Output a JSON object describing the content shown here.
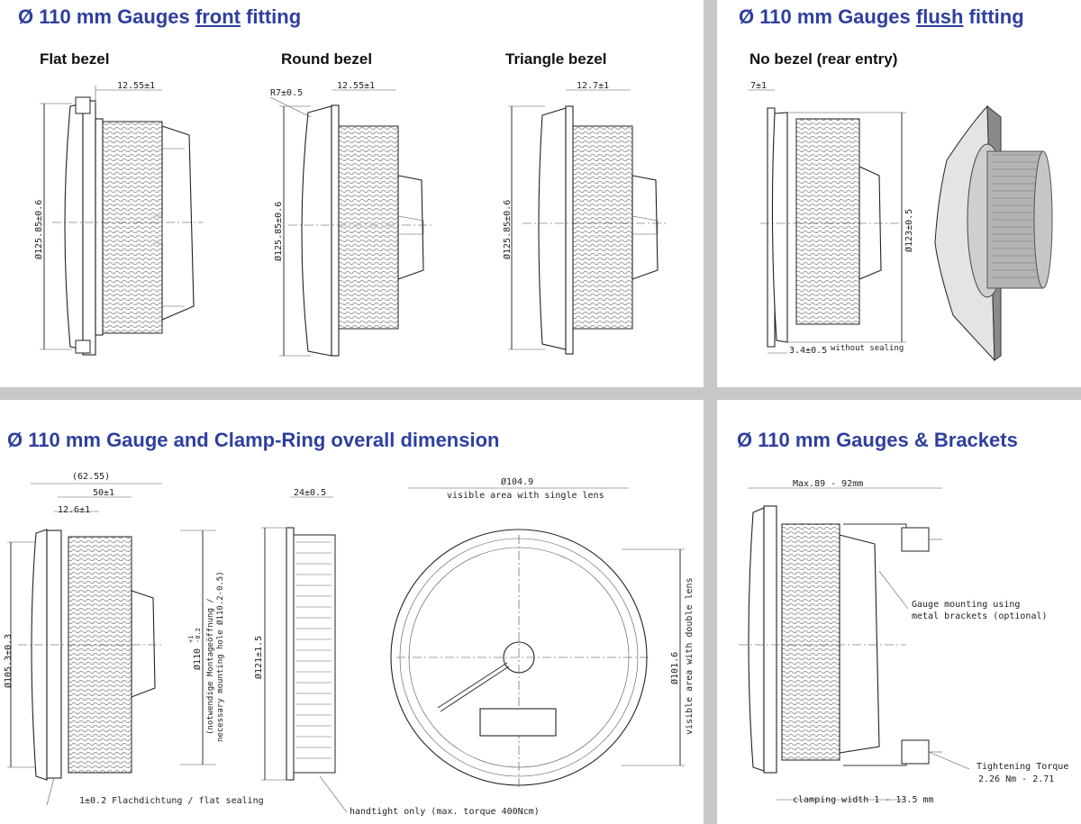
{
  "panels": {
    "front": {
      "title_prefix": "Ø 110 mm Gauges ",
      "title_underlined": "front",
      "title_suffix": " fitting",
      "views": [
        {
          "label": "Flat bezel",
          "width_dim": "12.55±1",
          "dia_dim": "Ø125.85±0.6"
        },
        {
          "label": "Round bezel",
          "width_dim": "12.55±1",
          "radius_dim": "R7±0.5",
          "dia_dim": "Ø125.85±0.6"
        },
        {
          "label": "Triangle bezel",
          "width_dim": "12.7±1",
          "dia_dim": "Ø125.85±0.6"
        }
      ]
    },
    "flush": {
      "title_prefix": "Ø 110 mm Gauges ",
      "title_underlined": "flush",
      "title_suffix": " fitting",
      "label": "No bezel (rear entry)",
      "top_dim": "7±1",
      "dia_dim": "Ø123±0.5",
      "bottom_dim": "3.4±0.5",
      "bottom_note": "without sealing"
    },
    "overall": {
      "title": "Ø 110 mm Gauge and Clamp-Ring overall dimension",
      "dims": {
        "overall_len": "(62.55)",
        "len_50": "50±1",
        "len_126": "12.6±1",
        "dia_105": "Ø105.3±0.3",
        "dia_110": "Ø110",
        "dia_110_tol_up": "+1",
        "dia_110_tol_dn": "-0.2",
        "mount_hole_de": "(notwendige Montageöffnung /",
        "mount_hole_en": "necessary mounting hole Ø110.2-0.5)",
        "flat_sealing": "1±0.2 Flachdichtung / flat sealing",
        "ring_width": "24±0.5",
        "ring_dia": "Ø121±1.5",
        "handtight": "handtight only (max. torque 400Ncm)",
        "visible_single": "Ø104.9",
        "visible_single_note": "visible area with single lens",
        "visible_double": "Ø101.6",
        "visible_double_note": "visible area with double lens"
      }
    },
    "brackets": {
      "title": "Ø 110 mm Gauges & Brackets",
      "max_dim": "Max.89 - 92mm",
      "mounting_note_1": "Gauge mounting using",
      "mounting_note_2": "metal brackets (optional)",
      "torque_note_1": "Tightening Torque",
      "torque_note_2": "2.26 Nm - 2.71",
      "clamping": "clamping width 1 - 13.5 mm"
    }
  },
  "colors": {
    "title": "#2e3f9e",
    "background": "#c8c8c8",
    "panel": "#ffffff"
  }
}
